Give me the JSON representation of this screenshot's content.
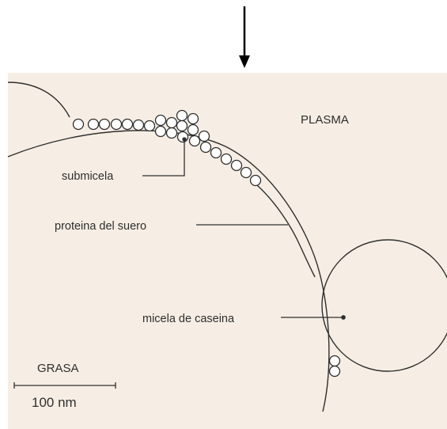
{
  "labels": {
    "plasma": "PLASMA",
    "submicelle": "submicela",
    "whey_protein": "proteina del suero",
    "casein_micelle": "micela de caseina",
    "fat": "GRASA",
    "scale": "100 nm"
  },
  "colors": {
    "background": "#ffffff",
    "paper": "#f6eee4",
    "ink": "#2e2e2e"
  },
  "icons": {
    "top_arrow": "down-arrow-icon"
  }
}
